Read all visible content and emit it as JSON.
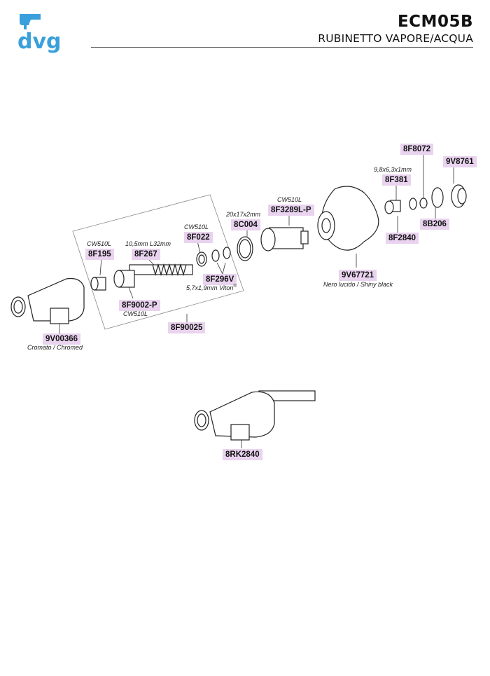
{
  "brand": {
    "logo_text": "dvg"
  },
  "header": {
    "model": "ECM05B",
    "description": "RUBINETTO VAPORE/ACQUA"
  },
  "parts": {
    "p8f8072": {
      "code": "8F8072"
    },
    "p9v8761": {
      "code": "9V8761"
    },
    "p8f381": {
      "code": "8F381",
      "spec": "9,8x6,3x1mm"
    },
    "p8b206": {
      "code": "8B206"
    },
    "p8f2840": {
      "code": "8F2840"
    },
    "p8f3289": {
      "code": "8F3289L-P",
      "material": "CW510L"
    },
    "p8c004": {
      "code": "8C004",
      "spec": "20x17x2mm"
    },
    "p8f022": {
      "code": "8F022",
      "material": "CW510L"
    },
    "p8f267": {
      "code": "8F267",
      "spec": "10,5mm L32mm"
    },
    "p8f195": {
      "code": "8F195",
      "material": "CW510L"
    },
    "p8f296v": {
      "code": "8F296V",
      "spec": "5,7x1,9mm Viton",
      "mark": "®"
    },
    "p9v67721": {
      "code": "9V67721",
      "finish": "Nero lucido / Shiny black"
    },
    "p8f9002": {
      "code": "8F9002-P",
      "material": "CW510L"
    },
    "p9v00366": {
      "code": "9V00366",
      "finish": "Cromato / Chromed"
    },
    "p8f90025": {
      "code": "8F90025"
    },
    "p8rk2840": {
      "code": "8RK2840"
    }
  },
  "colors": {
    "label_bg": "#e9d3ef",
    "logo_blue": "#3aa0db",
    "text": "#111111",
    "line": "#333333"
  }
}
